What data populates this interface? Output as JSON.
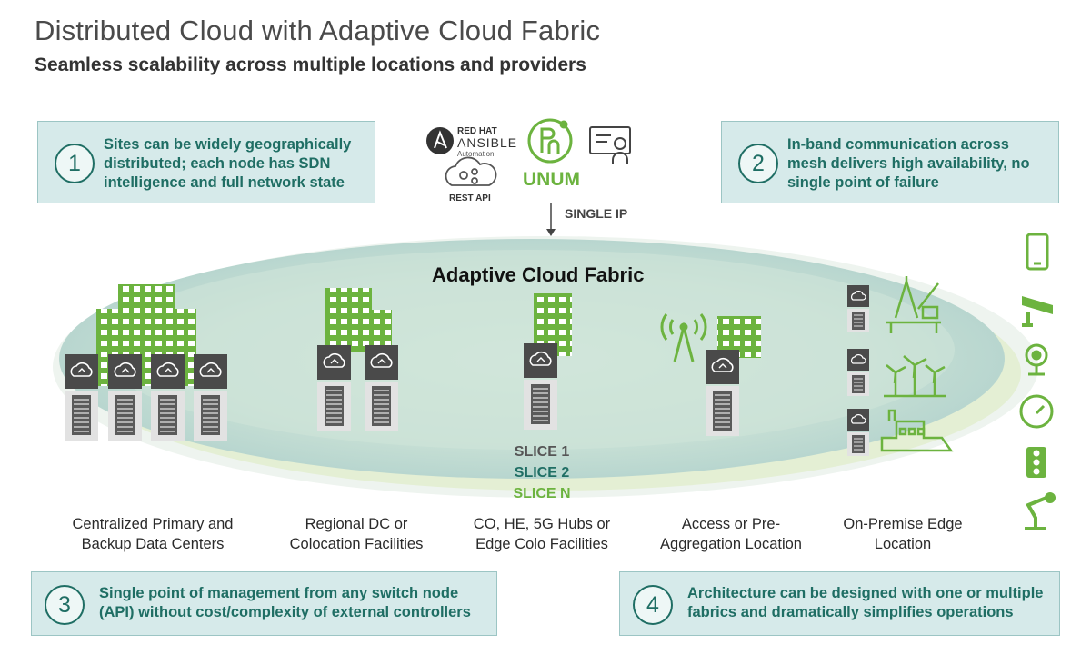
{
  "title": "Distributed Cloud with Adaptive Cloud Fabric",
  "subtitle": "Seamless scalability across multiple locations and providers",
  "callouts": [
    {
      "num": "1",
      "lines": [
        "Sites can be widely geographically",
        "distributed; each node has SDN",
        "intelligence and full network state"
      ]
    },
    {
      "num": "2",
      "lines": [
        "In-band communication across",
        "mesh delivers high availability, no",
        "single point of failure"
      ]
    },
    {
      "num": "3",
      "lines": [
        "Single point of management from any switch node",
        "(API) without cost/complexity of external controllers"
      ]
    },
    {
      "num": "4",
      "lines": [
        "Architecture can be designed with one or multiple",
        "fabrics and dramatically simplifies operations"
      ]
    }
  ],
  "logos": {
    "ansible_line1": "RED HAT",
    "ansible_line2": "ANSIBLE",
    "ansible_line3": "Automation",
    "rest_api": "REST API",
    "unum": "UNUM"
  },
  "single_ip": "SINGLE IP",
  "fabric_label": "Adaptive Cloud Fabric",
  "slices": [
    {
      "label": "SLICE 1",
      "color": "#555555"
    },
    {
      "label": "SLICE 2",
      "color": "#1f6e64"
    },
    {
      "label": "SLICE N",
      "color": "#6cb33f"
    }
  ],
  "sites": [
    {
      "lines": [
        "Centralized Primary and",
        "Backup Data Centers"
      ]
    },
    {
      "lines": [
        "Regional DC or",
        "Colocation Facilities"
      ]
    },
    {
      "lines": [
        "CO, HE, 5G Hubs or",
        "Edge Colo Facilities"
      ]
    },
    {
      "lines": [
        "Access or Pre-",
        "Aggregation Location"
      ]
    },
    {
      "lines": [
        "On-Premise Edge",
        "Location"
      ]
    }
  ],
  "edge_devices": [
    "phone-icon",
    "camera-icon",
    "webcam-icon",
    "gauge-icon",
    "traffic-light-icon",
    "robot-arm-icon"
  ],
  "colors": {
    "green": "#6cb33f",
    "teal": "#1f6e64",
    "switch_gray": "#4a4a4a",
    "callout_bg": "#d6eaea"
  }
}
